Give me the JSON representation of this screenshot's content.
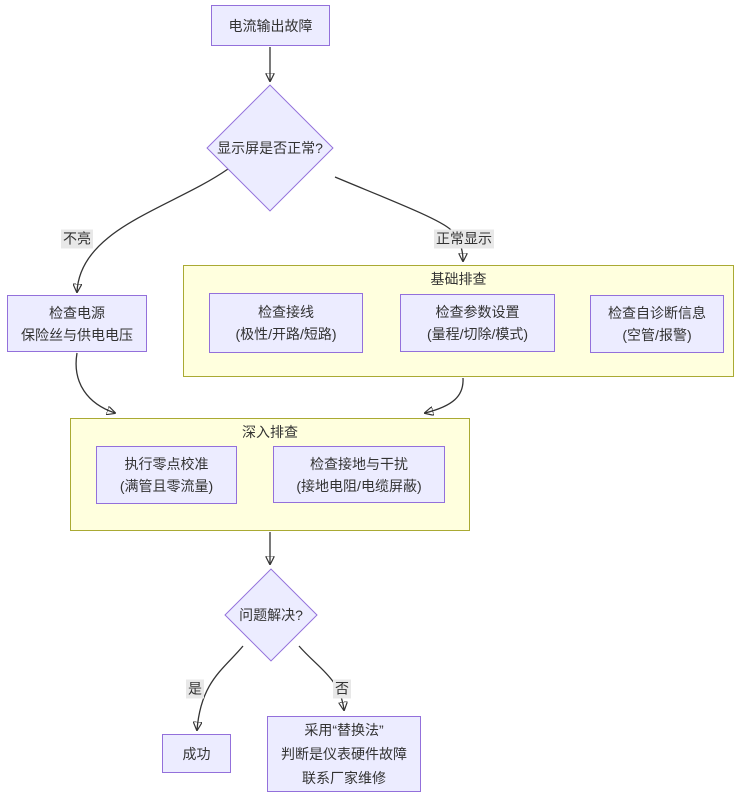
{
  "colors": {
    "node_fill": "#ECECFF",
    "node_border": "#9370DB",
    "cluster_fill": "#FFFFDE",
    "cluster_border": "#AAAA33",
    "line": "#333333",
    "label_bg": "#E8E8E8",
    "text": "#333333",
    "bg": "#FFFFFF"
  },
  "flowchart": {
    "nodes": {
      "start": "电流输出故障",
      "display_decision": "显示屏是否正常?",
      "check_power": "检查电源\n保险丝与供电电压",
      "check_wiring": "检查接线\n(极性/开路/短路)",
      "check_params": "检查参数设置\n(量程/切除/模式)",
      "check_selfdiag": "检查自诊断信息\n(空管/报警)",
      "zero_calibration": "执行零点校准\n(满管且零流量)",
      "check_grounding": "检查接地与干扰\n(接地电阻/电缆屏蔽)",
      "solved_decision": "问题解决?",
      "success": "成功",
      "replacement": "采用“替换法”\n判断是仪表硬件故障\n联系厂家维修"
    },
    "subgraphs": {
      "basic": "基础排查",
      "deep": "深入排查"
    },
    "edge_labels": {
      "not_lit": "不亮",
      "normal": "正常显示",
      "yes": "是",
      "no": "否"
    }
  }
}
